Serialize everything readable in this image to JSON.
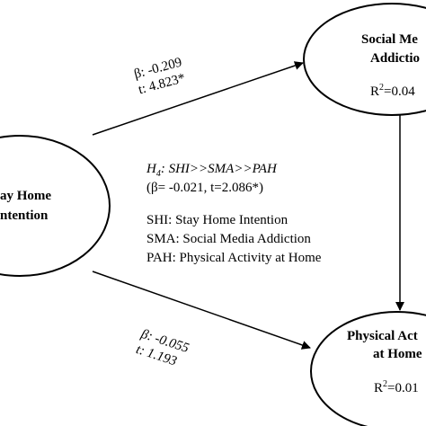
{
  "nodes": {
    "shi": {
      "line1": "ay Home",
      "line2": "ntention"
    },
    "sma": {
      "line1": "Social Me",
      "line2": "Addictio",
      "r2_prefix": "R",
      "r2_exp": "2",
      "r2_value": "=0.04"
    },
    "pah": {
      "line1": "Physical Act",
      "line2": "at Home",
      "r2_prefix": "R",
      "r2_exp": "2",
      "r2_value": "=0.01"
    }
  },
  "paths": {
    "shi_sma": {
      "beta": "β: -0.209",
      "t": "t: 4.823*"
    },
    "shi_pah": {
      "beta": "β: -0.055",
      "t": "t: 1.193"
    }
  },
  "mediation": {
    "hyp_label": "H",
    "hyp_sub": "4",
    "hyp_text": ": SHI>>SMA>>PAH",
    "stats": "(β= -0.021, t=2.086*)"
  },
  "legend": [
    "SHI: Stay Home Intention",
    "SMA: Social Media Addiction",
    "PAH: Physical Activity at Home"
  ]
}
